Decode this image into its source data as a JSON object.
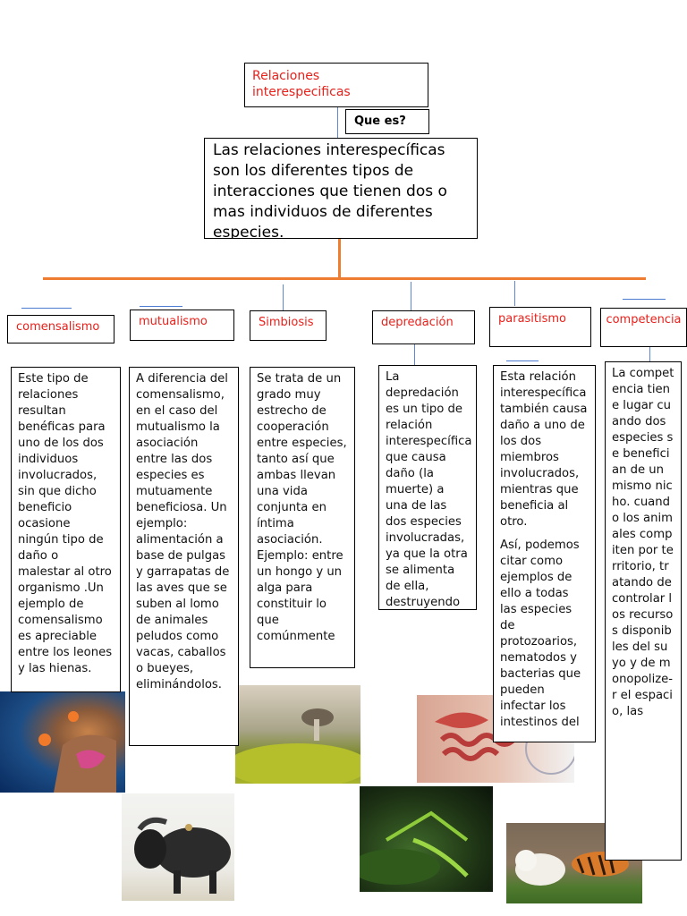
{
  "title": "Relaciones interespecificas",
  "question": "Que es?",
  "definition": "Las relaciones interespecíficas son los diferentes tipos de interacciones que tienen dos o mas individuos de diferentes especies.",
  "colors": {
    "branch": "#ee7d31",
    "label": "#e8211b",
    "connector": "#4a7bd0"
  },
  "types": [
    {
      "label": "comensalismo",
      "text": "Este tipo de relaciones resultan benéficas para uno de los dos individuos involucrados, sin que dicho beneficio ocasione ningún tipo de daño o malestar al otro organismo .Un ejemplo de comensalismo es apreciable entre los leones y las hienas."
    },
    {
      "label": "mutualismo",
      "text": "A diferencia del comensalismo, en el caso del mutualismo la asociación entre las dos especies es mutuamente beneficiosa. Un ejemplo: alimentación a base de pulgas y garrapatas de las aves que se suben al lomo de animales peludos como vacas, caballos o bueyes, eliminándolos."
    },
    {
      "label": "Simbiosis",
      "text": "Se trata de un grado muy estrecho de cooperación entre especies, tanto así que ambas llevan una vida conjunta en íntima asociación. Ejemplo: entre un hongo y un alga para constituir lo que comúnmente"
    },
    {
      "label": "depredación",
      "text": "La depredación es un tipo de relación interespecífica que causa daño (la muerte) a una de las dos especies involucradas, ya que la otra se alimenta de ella, destruyendo y"
    },
    {
      "label": "parasitismo",
      "text": "Esta relación interespecífica también causa daño a uno de los dos miembros involucrados, mientras que beneficia al otro.",
      "text2": "Así, podemos citar como ejemplos de ello a todas las especies de protozoarios, nematodos y bacterias que pueden infectar los intestinos del"
    },
    {
      "label": "competencia",
      "text": "La competencia tiene lugar cuando dos especies se benefician de un mismo nicho. cuando los animales compiten por territorio, tratando de controlar los recursos disponibles del suyo y de monopolize-r el espacio, las"
    }
  ],
  "images": [
    "clownfish-anemone",
    "mushroom-moss",
    "intestines",
    "buffalo-oxpecker",
    "praying-mantis",
    "white-lion-tiger"
  ]
}
